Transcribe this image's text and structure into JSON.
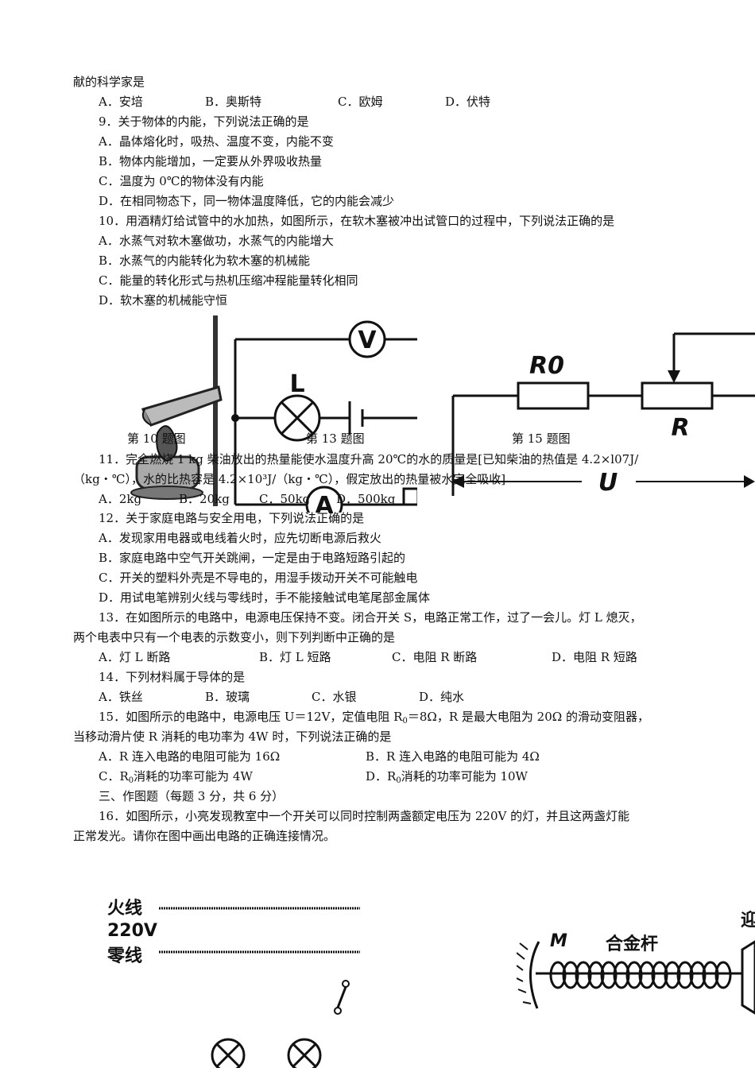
{
  "lines": {
    "l1": "献的科学家是",
    "q8_a": "A．安培",
    "q8_b": "B．奥斯特",
    "q8_c": "C．欧姆",
    "q8_d": "D．伏特",
    "q9": "9．关于物体的内能，下列说法正确的是",
    "q9_a": "A．晶体熔化时，吸热、温度不变，内能不变",
    "q9_b": "B．物体内能增加，一定要从外界吸收热量",
    "q9_c": "C．温度为 0℃的物体没有内能",
    "q9_d": "D．在相同物态下，同一物体温度降低，它的内能会减少",
    "q10": "10．用酒精灯给试管中的水加热，如图所示，在软木塞被冲出试管口的过程中，下列说法正确的是",
    "q10_a": "A．水蒸气对软木塞做功，水蒸气的内能增大",
    "q10_b": "B．水蒸气的内能转化为软木塞的机械能",
    "q10_c": "C．能量的转化形式与热机压缩冲程能量转化相同",
    "q10_d": "D．软木塞的机械能守恒",
    "cap10": "第 10 题图",
    "cap13": "第 13 题图",
    "cap15": "第 15 题图",
    "q11_1": "11．完全燃烧 1 kg 柴油放出的热量能使水温度升高 20℃的水的质量是[已知柴油的热值是 4.2×l07J/",
    "q11_2": "（kg・℃），水的比热容是 4.2×10³J/（kg・℃），假定放出的热量被水完全吸收]",
    "q11_a": "A．2kg",
    "q11_b": "B．20kg",
    "q11_c": "C．50kg",
    "q11_d": "D．500kg",
    "q12": "12．关于家庭电路与安全用电，下列说法正确的是",
    "q12_a": "A．发现家用电器或电线着火时，应先切断电源后救火",
    "q12_b": "B．家庭电路中空气开关跳闸，一定是由于电路短路引起的",
    "q12_c": "C．开关的塑料外壳是不导电的，用湿手拨动开关不可能触电",
    "q12_d": "D．用试电笔辨别火线与零线时，手不能接触试电笔尾部金属体",
    "q13_1": "13．在如图所示的电路中，电源电压保持不变。闭合开关 S，电路正常工作，过了一会儿。灯 L 熄灭，",
    "q13_2": "两个电表中只有一个电表的示数变小，则下列判断中正确的是",
    "q13_a": "A．灯 L 断路",
    "q13_b": "B．灯 L 短路",
    "q13_c": "C．电阻 R 断路",
    "q13_d": "D．电阻 R 短路",
    "q14": "14．下列材料属于导体的是",
    "q14_a": "A．铁丝",
    "q14_b": "B．玻璃",
    "q14_c": "C．水银",
    "q14_d": "D．纯水",
    "q15_1a": "15．如图所示的电路中，电源电压 U＝12V，定值电阻 R",
    "q15_1b": "＝8Ω，R 是最大电阻为 20Ω 的滑动变阻器，",
    "q15_2": "当移动滑片使 R 消耗的电功率为 4W 时，下列说法正确的是",
    "q15_a": "A．R 连入电路的电阻可能为 16Ω",
    "q15_b": "B．R 连入电路的电阻可能为 4Ω",
    "q15_c1": "C．R",
    "q15_c2": "消耗的功率可能为 4W",
    "q15_d1": "D．R",
    "q15_d2": "消耗的功率可能为 10W",
    "sub0": "0",
    "sec3": "三、作图题（每题 3 分，共 6 分）",
    "q16_1": "16．如图所示，小亮发现教室中一个开关可以同时控制两盏额定电压为 220V 的灯，并且这两盏灯能",
    "q16_2": "正常发光。请你在图中画出电路的正确连接情况。"
  },
  "fig13": {
    "voltmeter": "V",
    "ammeter": "A",
    "lamp": "L"
  },
  "fig15": {
    "r0": "R0",
    "r": "R",
    "u": "U"
  },
  "fig16": {
    "live": "火线",
    "voltage": "220V",
    "neutral": "零线"
  },
  "fig17": {
    "m": "M",
    "rod": "合金杆",
    "edge": "迎"
  }
}
